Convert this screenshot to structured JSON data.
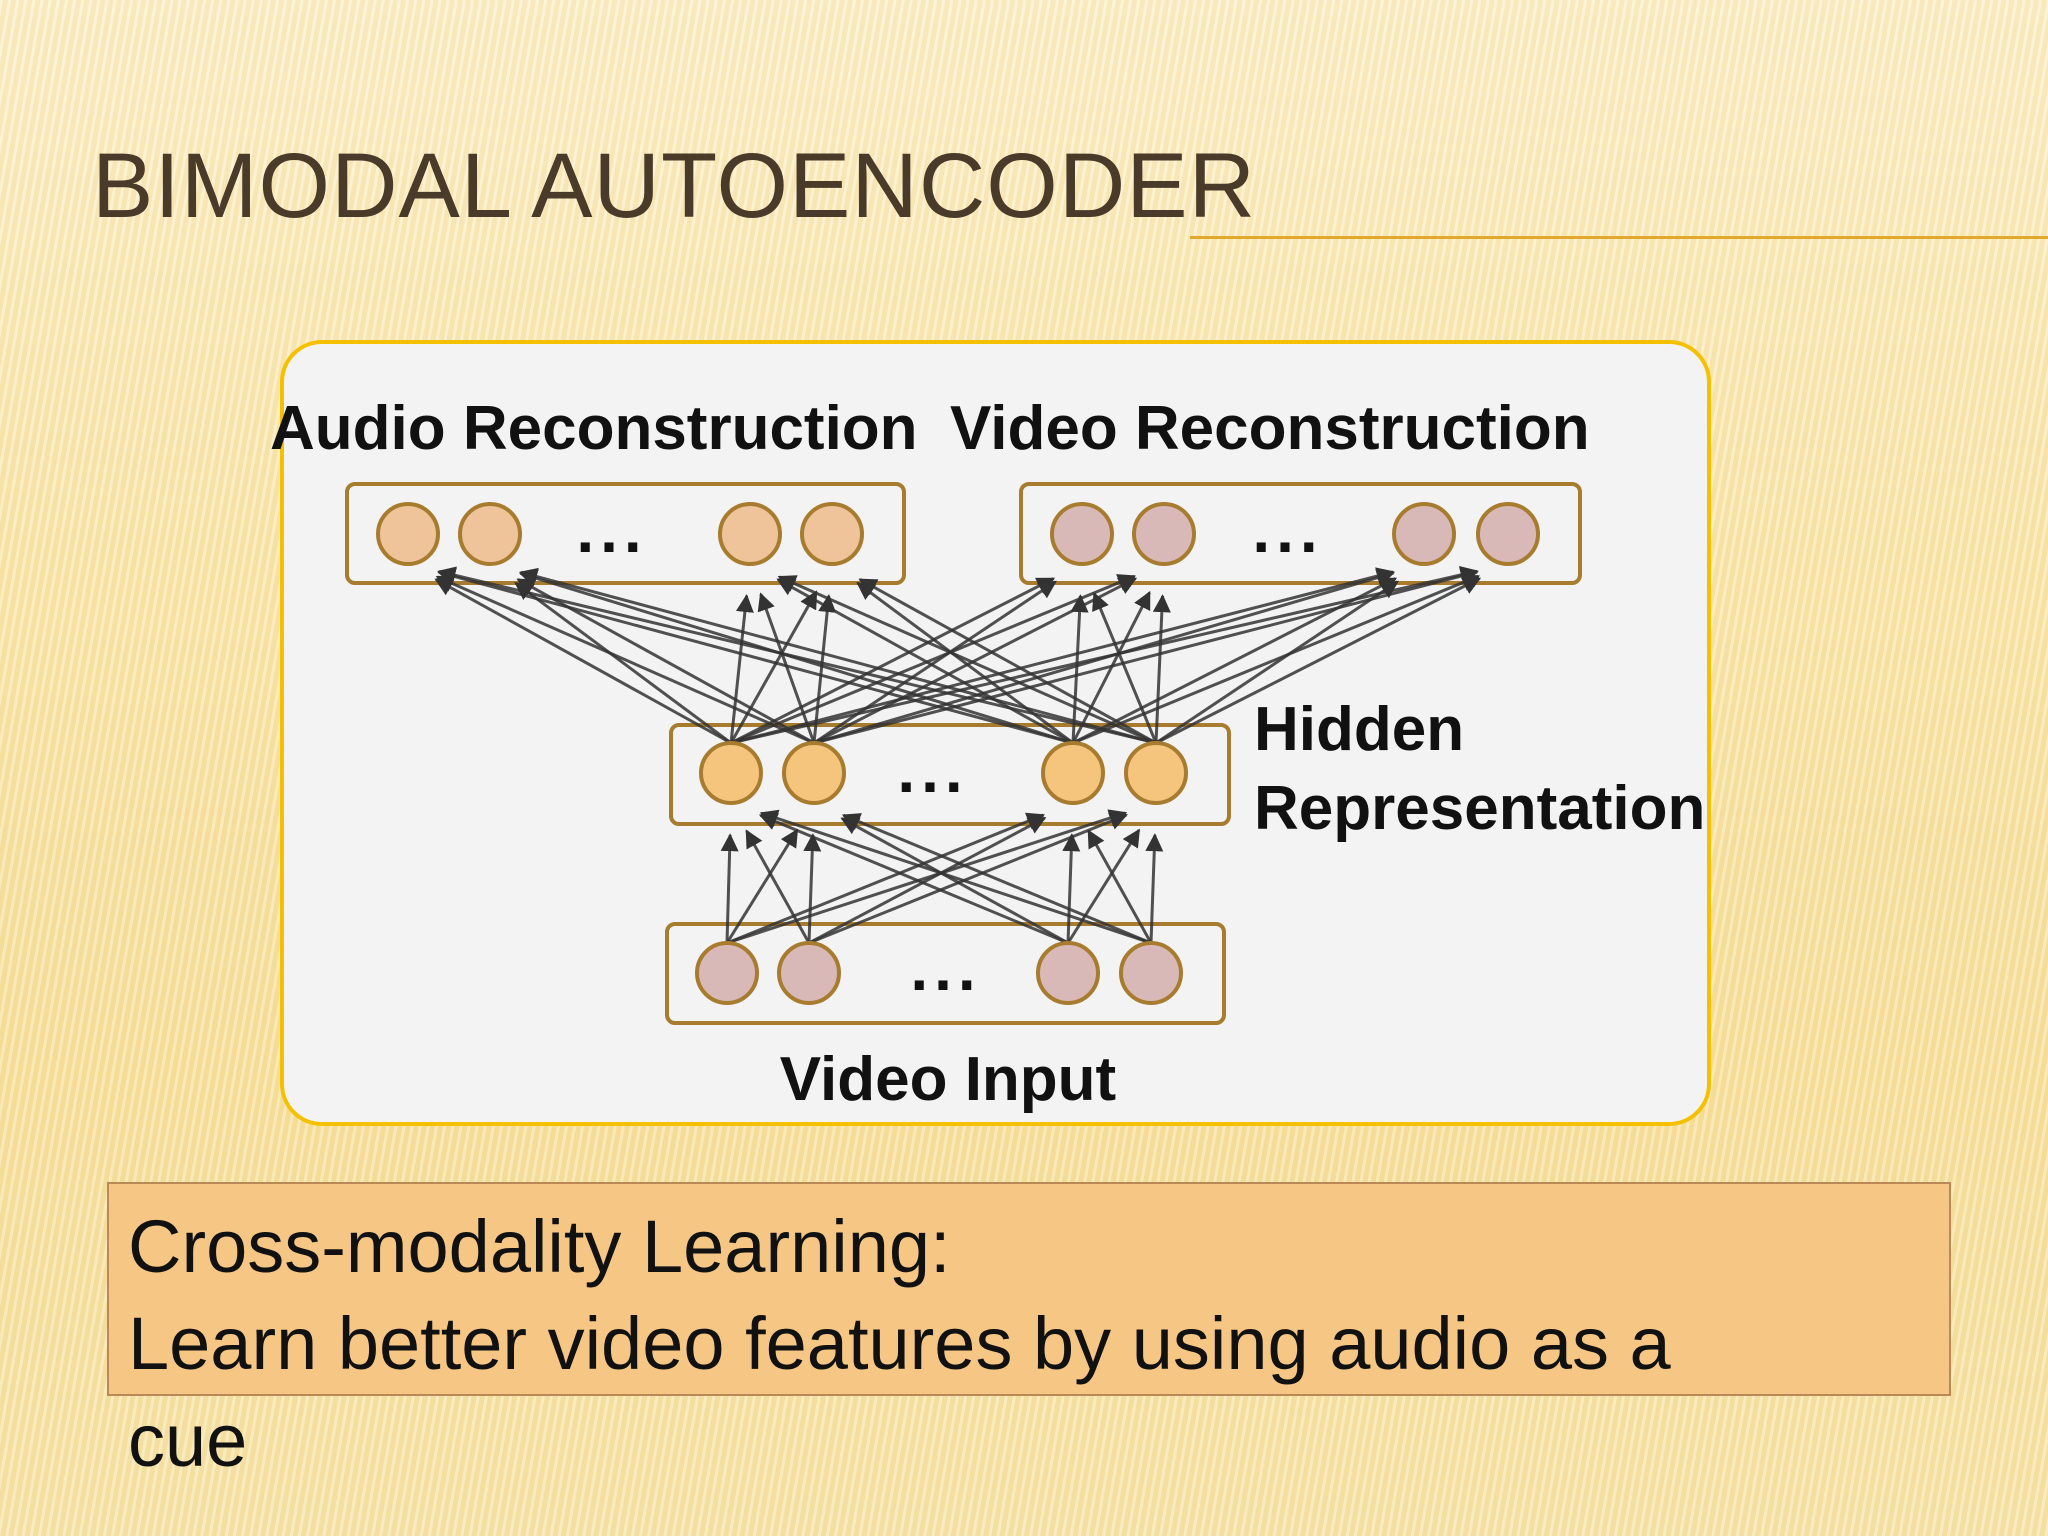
{
  "slide": {
    "title": "BIMODAL AUTOENCODER"
  },
  "diagram": {
    "audio_reconstruction_label": "Audio Reconstruction",
    "video_reconstruction_label": "Video Reconstruction",
    "hidden_label_line1": "Hidden",
    "hidden_label_line2": "Representation",
    "video_input_label": "Video Input",
    "ellipsis": "...",
    "colors": {
      "audio_node_fill": "#efc49a",
      "video_node_fill": "#d9b8b8",
      "hidden_node_fill": "#f5c57e",
      "node_stroke": "#a87c2e",
      "layer_box_stroke": "#a87c2e",
      "edge_color": "#333333",
      "panel_border": "#f5c000"
    }
  },
  "caption": {
    "line1": "Cross-modality Learning:",
    "line2": "Learn better video features by using audio as a",
    "line3": "cue"
  }
}
